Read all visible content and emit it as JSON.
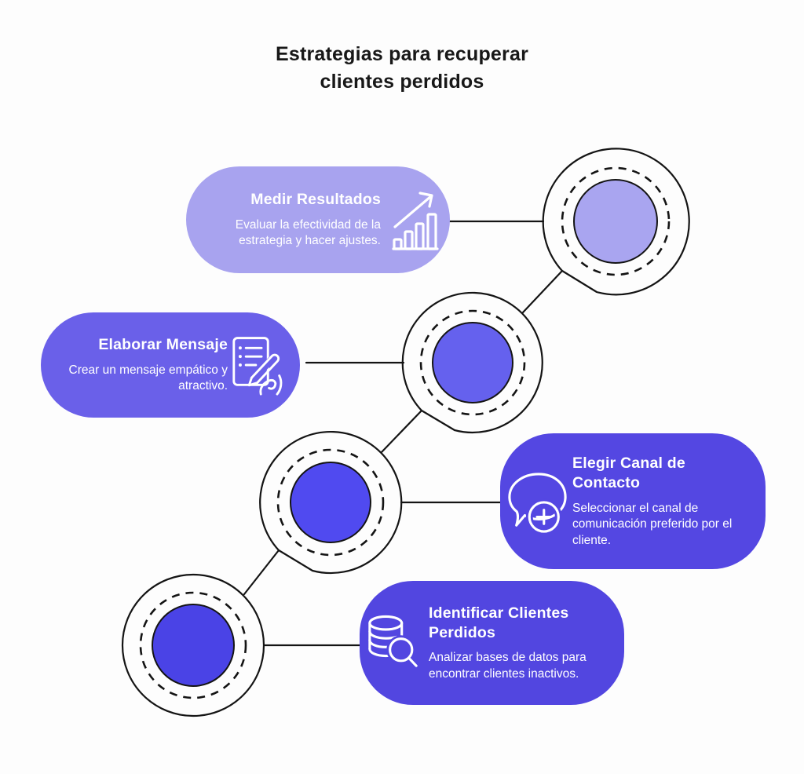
{
  "page": {
    "background": "#fdfdfd",
    "line_color": "#141414",
    "title_color": "#181818"
  },
  "header": {
    "title": "Estrategias para recuperar clientes perdidos"
  },
  "steps": [
    {
      "title": "Medir Resultados",
      "description": "Evaluar la efectividad de la estrategia y hacer ajustes.",
      "icon": "trend-chart-icon",
      "card_color": "#a8a3ef",
      "circle_color": "#a9a5f0",
      "text_color": "#ffffff"
    },
    {
      "title": "Elaborar Mensaje",
      "description": "Crear un mensaje empático y atractivo.",
      "icon": "writing-hand-icon",
      "card_color": "#6a60e9",
      "circle_color": "#6561ee",
      "text_color": "#ffffff"
    },
    {
      "title": "Elegir Canal de Contacto",
      "description": "Seleccionar el canal de comunicación preferido por el cliente.",
      "icon": "chat-plus-icon",
      "card_color": "#5447e2",
      "circle_color": "#504af0",
      "text_color": "#ffffff"
    },
    {
      "title": "Identificar Clientes Perdidos",
      "description": "Analizar bases de datos para encontrar clientes inactivos.",
      "icon": "database-search-icon",
      "card_color": "#5246e0",
      "circle_color": "#4a43e6",
      "text_color": "#ffffff"
    }
  ]
}
